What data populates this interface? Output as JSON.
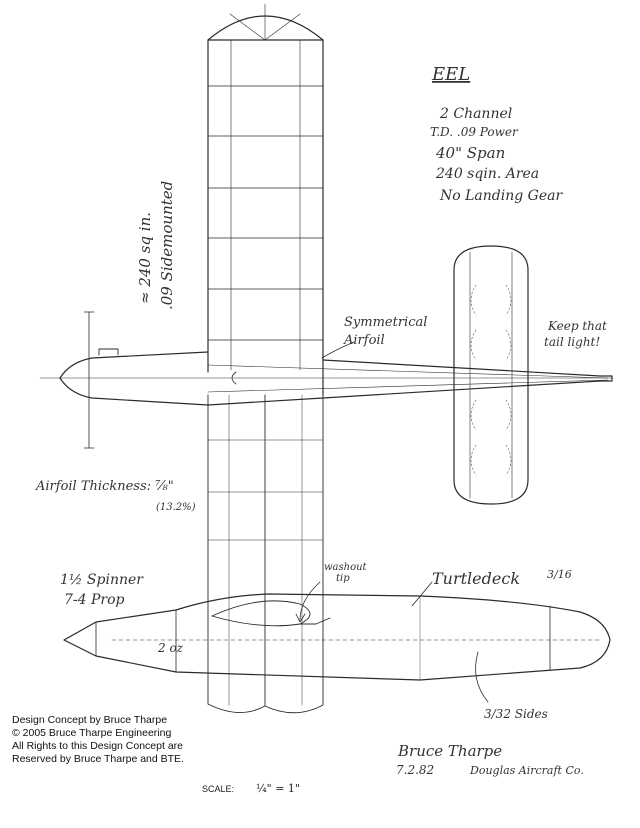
{
  "title": "EEL",
  "specs": [
    "2 Channel",
    "T.D. .09 Power",
    "40\" Span",
    "240 sqin. Area",
    "No Landing Gear"
  ],
  "wing_note": [
    "≈ 240 sq in.",
    ".09 Sidemounted"
  ],
  "airfoil_note": [
    "Symmetrical",
    "Airfoil"
  ],
  "tail_note": [
    "Keep that",
    "tail light!"
  ],
  "airfoil_thickness": {
    "label": "Airfoil Thickness: ⅞\"",
    "percent": "(13.2%)"
  },
  "prop_note": [
    "1½ Spinner",
    "7-4 Prop"
  ],
  "washout": [
    "washout",
    "tip"
  ],
  "turtledeck": "Turtledeck",
  "turtledeck_fraction": "3/16",
  "fuselage_weight": "2 oz",
  "sides_note": "3/32 Sides",
  "signature": "Bruce Tharpe",
  "date_line": "7.2.82",
  "company": "Douglas Aircraft Co.",
  "scale": {
    "label": "SCALE:",
    "value": "¼\" = 1\""
  },
  "credits": [
    "Design Concept by Bruce Tharpe",
    "© 2005 Bruce Tharpe Engineering",
    "All Rights to this Design Concept are",
    "Reserved by Bruce Tharpe and BTE."
  ],
  "colors": {
    "ink": "#2b2b2b",
    "paper": "#ffffff"
  }
}
